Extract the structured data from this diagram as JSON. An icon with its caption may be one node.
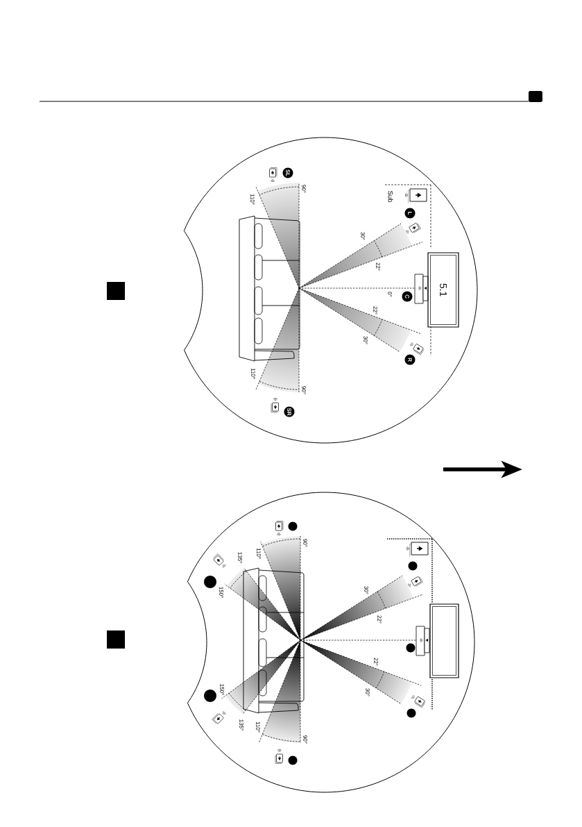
{
  "diagram": {
    "nodes": [
      {
        "text": [],
        "shape": "circle"
      },
      {
        "text": [
          "SL"
        ],
        "in": 0
      },
      {
        "text": [
          "L"
        ],
        "in": 0
      },
      {
        "text": [
          "5.1"
        ],
        "in": 0
      },
      {
        "text": [
          "C"
        ],
        "in": 0
      },
      {
        "text": [
          "R"
        ],
        "in": 0
      },
      {
        "text": [
          "SR"
        ],
        "in": 0
      },
      {
        "text": [],
        "shape": "circle"
      },
      {
        "text": [],
        "shape": "circle",
        "in": 7
      },
      {
        "text": [],
        "shape": "circle",
        "in": 7
      },
      {
        "text": [],
        "shape": "circle",
        "in": 7
      },
      {
        "text": [],
        "shape": "box",
        "in": 7
      },
      {
        "text": [],
        "shape": "circle",
        "in": 7
      },
      {
        "text": [],
        "shape": "circle",
        "in": 7
      },
      {
        "text": [],
        "shape": "circle",
        "in": 7
      },
      {
        "text": [],
        "shape": "circle",
        "in": 7
      }
    ],
    "labels": [
      "90°",
      "Sub",
      "110°",
      "30°",
      "22°",
      "0°",
      "22°",
      "30°",
      "110°",
      "90°",
      "90°",
      "110°",
      "135°",
      "150°",
      "30°",
      "22°",
      "22°",
      "150°",
      "30°",
      "135°",
      "110°",
      "90°"
    ]
  }
}
